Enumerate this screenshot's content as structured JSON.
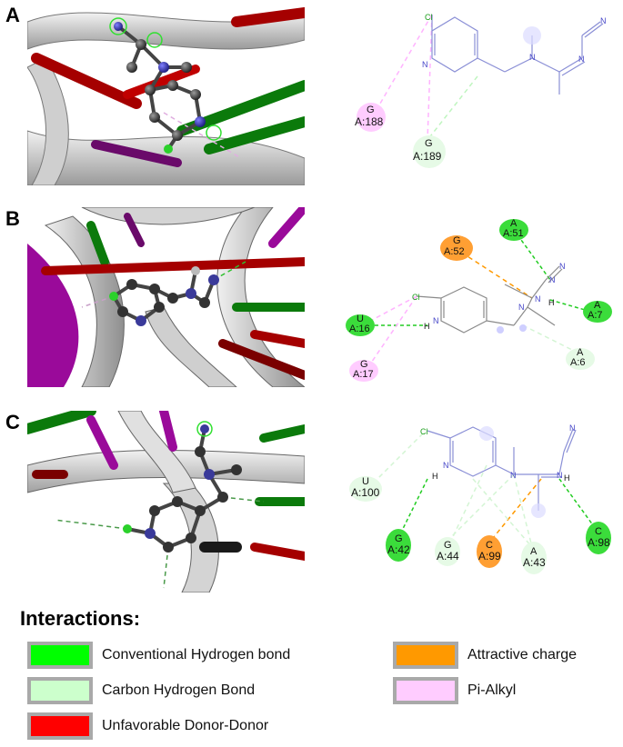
{
  "panels": [
    {
      "id": "A",
      "label": "A",
      "residues": [
        {
          "nt": "G",
          "res": "A:188",
          "type": "Pi-Alkyl"
        },
        {
          "nt": "G",
          "res": "A:189",
          "type": "Carbon Hydrogen Bond"
        }
      ],
      "atoms": {
        "cl": "Cl",
        "n": "N"
      }
    },
    {
      "id": "B",
      "label": "B",
      "residues": [
        {
          "nt": "A",
          "res": "A:51",
          "type": "Conventional Hydrogen bond"
        },
        {
          "nt": "G",
          "res": "A:52",
          "type": "Attractive charge"
        },
        {
          "nt": "U",
          "res": "A:16",
          "type": "Conventional Hydrogen bond"
        },
        {
          "nt": "A",
          "res": "A:7",
          "type": "Conventional Hydrogen bond"
        },
        {
          "nt": "G",
          "res": "A:17",
          "type": "Pi-Alkyl"
        },
        {
          "nt": "A",
          "res": "A:6",
          "type": "Carbon Hydrogen Bond"
        }
      ],
      "atoms": {
        "cl": "Cl",
        "n": "N",
        "h": "H"
      }
    },
    {
      "id": "C",
      "label": "C",
      "residues": [
        {
          "nt": "U",
          "res": "A:100",
          "type": "Carbon Hydrogen Bond"
        },
        {
          "nt": "G",
          "res": "A:42",
          "type": "Conventional Hydrogen bond"
        },
        {
          "nt": "G",
          "res": "A:44",
          "type": "Carbon Hydrogen Bond"
        },
        {
          "nt": "C",
          "res": "A:99",
          "type": "Attractive charge"
        },
        {
          "nt": "A",
          "res": "A:43",
          "type": "Carbon Hydrogen Bond"
        },
        {
          "nt": "C",
          "res": "A:98",
          "type": "Conventional Hydrogen bond"
        }
      ],
      "atoms": {
        "cl": "Cl",
        "n": "N",
        "h": "H"
      }
    }
  ],
  "legend": {
    "title": "Interactions:",
    "items": [
      {
        "label": "Conventional Hydrogen bond",
        "color": "#00ff00"
      },
      {
        "label": "Carbon Hydrogen Bond",
        "color": "#ccffcc"
      },
      {
        "label": "Unfavorable Donor-Donor",
        "color": "#ff0000"
      },
      {
        "label": "Attractive charge",
        "color": "#ff9900"
      },
      {
        "label": "Pi-Alkyl",
        "color": "#ffccff"
      }
    ]
  },
  "colors": {
    "conventional_hbond": "#00ff00",
    "carbon_hbond": "#ccffcc",
    "unfavorable": "#ff0000",
    "attractive": "#ff9900",
    "pi_alkyl": "#ffccff",
    "ribbon": "#d9d9d9",
    "stick_red": "#a50000",
    "stick_green": "#0b7a0b",
    "stick_purple": "#8a0a8a"
  }
}
